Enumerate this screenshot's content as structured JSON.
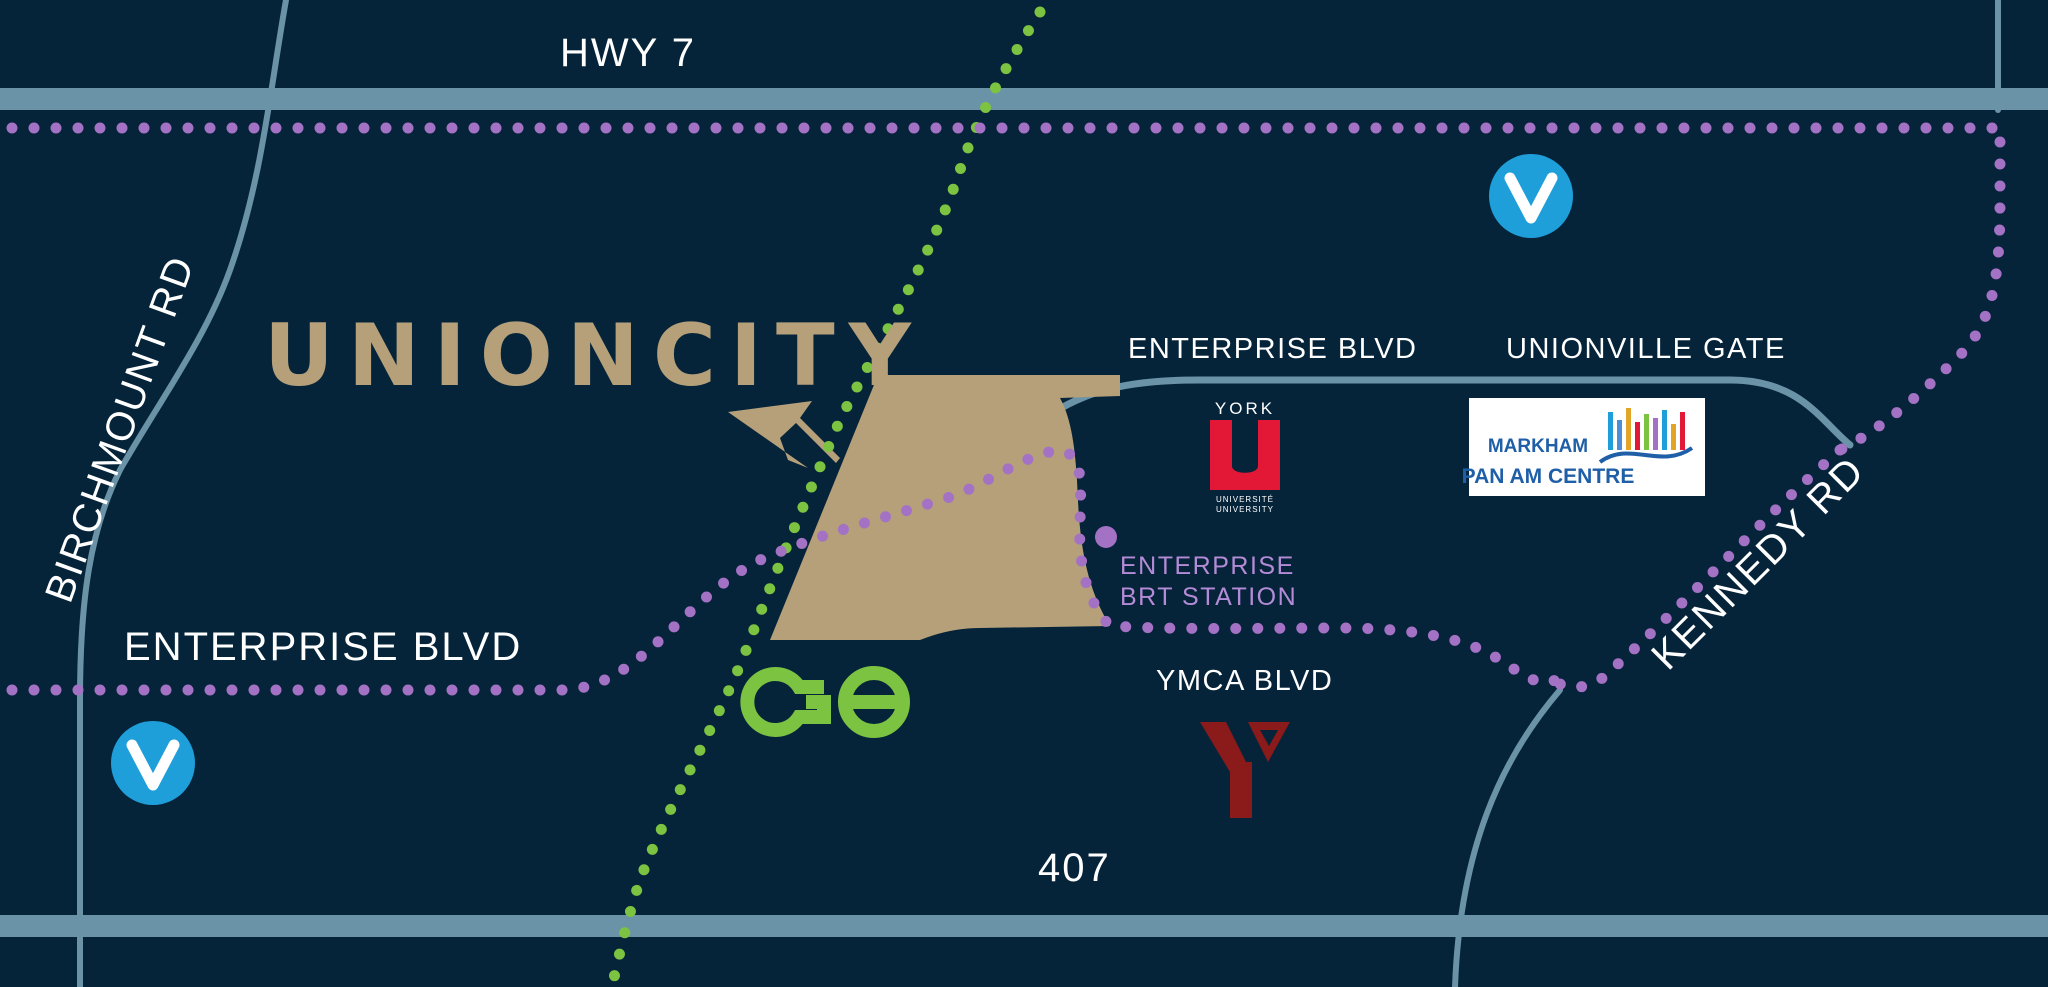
{
  "map": {
    "brand": "UNIONCITY",
    "roads": {
      "hwy7": "HWY 7",
      "hwy407": "407",
      "birchmount": "BIRCHMOUNT RD",
      "kennedy": "KENNEDY RD",
      "enterprise_west": "ENTERPRISE BLVD",
      "enterprise_east": "ENTERPRISE BLVD",
      "unionville_gate": "UNIONVILLE GATE",
      "ymca": "YMCA BLVD"
    },
    "station": {
      "line1": "ENTERPRISE",
      "line2": "BRT STATION"
    },
    "logos": {
      "york_top": "YORK",
      "york_bottom1": "UNIVERSITÉ",
      "york_bottom2": "UNIVERSITY",
      "panam_line1": "MARKHAM",
      "panam_line2": "PAN AM CENTRE",
      "viva_icon": "viva-v-icon",
      "go_icon": "go-transit-icon",
      "ymca_icon": "ymca-y-icon"
    },
    "colors": {
      "background": "#05243a",
      "road": "#6b93a8",
      "site": "#b5a07a",
      "viva_route": "#a472c4",
      "go_route": "#7cc342",
      "viva_badge": "#1e9fda",
      "york_red": "#e31837",
      "ymca_red": "#8b1a1a"
    }
  }
}
